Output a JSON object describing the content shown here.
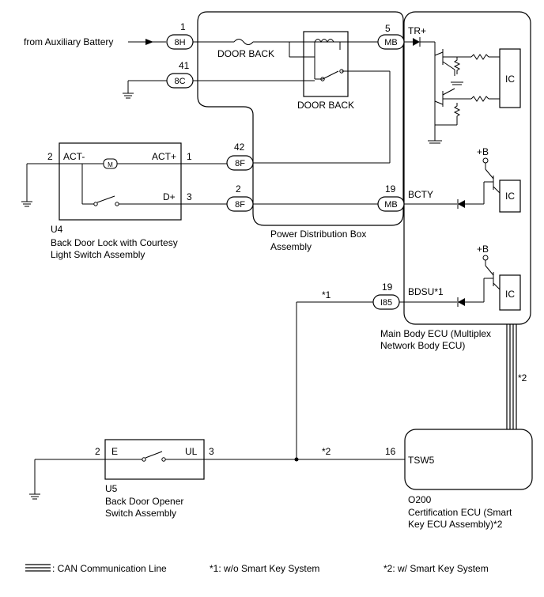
{
  "source": {
    "label": "from Auxiliary Battery"
  },
  "pdb": {
    "fuse_label": "DOOR BACK",
    "relay_label": "DOOR BACK",
    "name_line1": "Power Distribution Box",
    "name_line2": "Assembly",
    "pins": {
      "p1": "1",
      "c1": "8H",
      "p41": "41",
      "c41": "8C",
      "p42": "42",
      "c42": "8F",
      "p2": "2",
      "c2": "8F"
    }
  },
  "body_ecu": {
    "name_line1": "Main Body ECU (Multiplex",
    "name_line2": "Network Body ECU)",
    "pin_tr_num": "5",
    "pin_tr_conn": "MB",
    "pin_tr_name": "TR+",
    "pin_bcty_num": "19",
    "pin_bcty_conn": "MB",
    "pin_bcty_name": "BCTY",
    "pin_bdsu_num": "19",
    "pin_bdsu_conn": "I85",
    "pin_bdsu_name": "BDSU*1",
    "ic1": "IC",
    "ic2": "IC",
    "ic3": "IC",
    "plusb1": "+B",
    "plusb2": "+B"
  },
  "u4": {
    "code": "U4",
    "name_line1": "Back Door Lock with Courtesy",
    "name_line2": "Light Switch Assembly",
    "pin_act_minus_num": "2",
    "pin_act_minus": "ACT-",
    "pin_act_plus": "ACT+",
    "pin_act_plus_num": "1",
    "pin_dplus": "D+",
    "pin_dplus_num": "3"
  },
  "u5": {
    "code": "U5",
    "name_line1": "Back Door Opener",
    "name_line2": "Switch Assembly",
    "pin_e_num": "2",
    "pin_e": "E",
    "pin_ul": "UL",
    "pin_ul_num": "3"
  },
  "cert_ecu": {
    "code": "O200",
    "name_line1": "Certification ECU (Smart",
    "name_line2": "Key ECU Assembly)*2",
    "pin_num": "16",
    "pin_name": "TSW5"
  },
  "notes": {
    "star1_a": "*1",
    "star2_a": "*2",
    "star2_can": "*2"
  },
  "legend": {
    "can": ": CAN Communication Line",
    "note1": "*1: w/o Smart Key System",
    "note2": "*2: w/ Smart Key System"
  }
}
